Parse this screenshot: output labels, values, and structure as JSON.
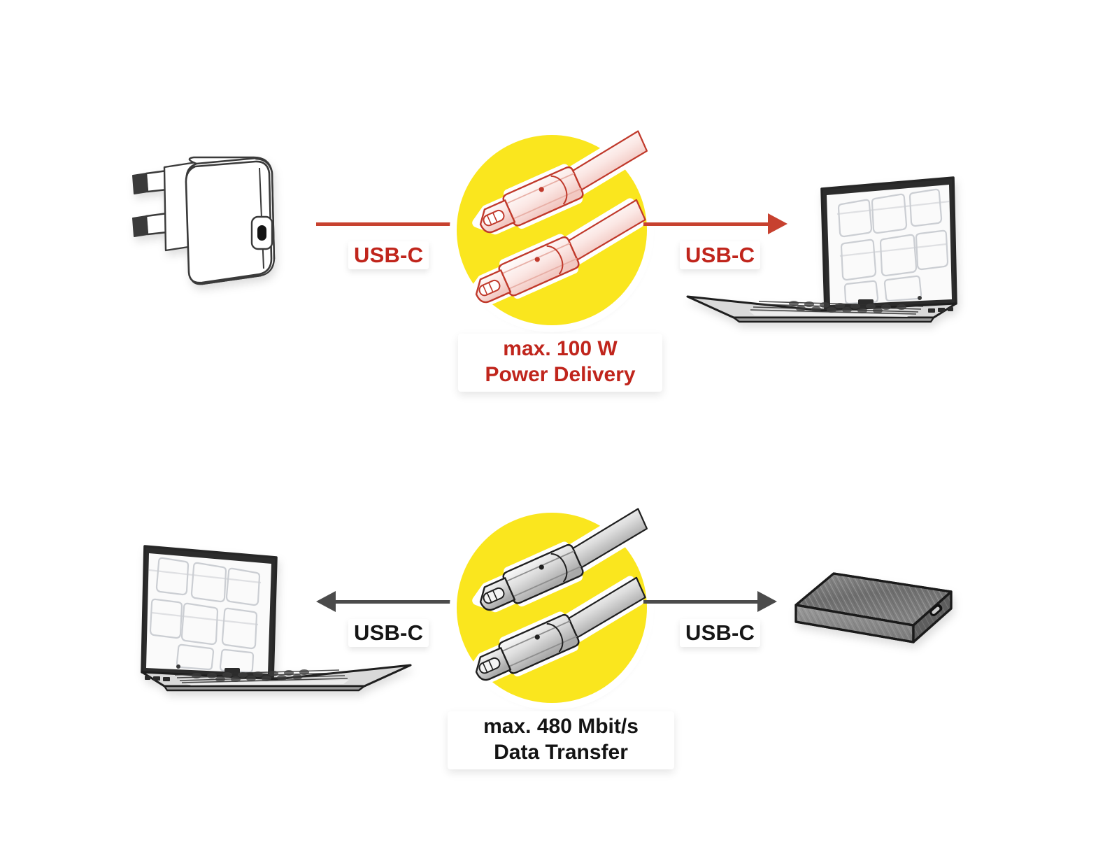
{
  "diagram": {
    "title": "USB-C cable connection overview",
    "background_color": "#FFFFFF",
    "badge_color": "#FAE61E",
    "accent_red": "#C0251C",
    "accent_dark": "#141414"
  },
  "rows": [
    {
      "id": "power-delivery",
      "accent": "#C0251C",
      "left_device": {
        "name": "power-adapter",
        "description": "USB-C wall power adapter with EU plug"
      },
      "right_device": {
        "name": "laptop",
        "description": "Open laptop, screen facing left"
      },
      "left_label": "USB-C",
      "right_label": "USB-C",
      "badge": {
        "name": "usb-c-cable-red",
        "description": "Two USB-C connectors drawn in red"
      },
      "caption_line1": "max. 100 W",
      "caption_line2": "Power Delivery",
      "arrow_direction": "right"
    },
    {
      "id": "data-transfer",
      "accent": "#141414",
      "left_device": {
        "name": "laptop",
        "description": "Open laptop, screen facing right"
      },
      "right_device": {
        "name": "external-hard-drive",
        "description": "Portable external hard disk drive"
      },
      "left_label": "USB-C",
      "right_label": "USB-C",
      "badge": {
        "name": "usb-c-cable-grey",
        "description": "Two USB-C connectors drawn in grey"
      },
      "caption_line1": "max. 480 Mbit/s",
      "caption_line2": "Data Transfer",
      "arrow_direction": "both"
    }
  ]
}
